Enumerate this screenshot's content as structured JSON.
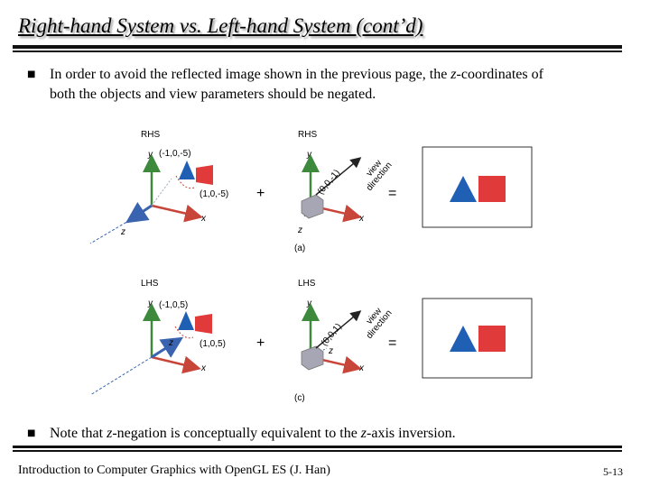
{
  "slide": {
    "title": "Right-hand System vs. Left-hand System (cont’d)",
    "bullet1_part1": "In order to avoid the reflected image shown in the previous page, the ",
    "bullet1_z": "z",
    "bullet1_part2": "-coordinates of both the objects and view parameters should be negated.",
    "bullet2_part1": "Note that ",
    "bullet2_z1": "z",
    "bullet2_part2": "-negation is conceptually equivalent to the ",
    "bullet2_z2": "z",
    "bullet2_part3": "-axis inversion.",
    "footer_left": "Introduction to Computer Graphics with OpenGL ES (J. Han)",
    "footer_right": "5-13"
  },
  "figure": {
    "top": {
      "left_label": "RHS",
      "right_label": "RHS",
      "triangle_point": "(-1,0,-5)",
      "square_point": "(1,0,-5)",
      "view_point": "(0,0,-1)",
      "view_dir_1": "view",
      "view_dir_2": "direction",
      "caption": "(a)"
    },
    "bottom": {
      "left_label": "LHS",
      "right_label": "LHS",
      "triangle_point": "(-1,0,5)",
      "square_point": "(1,0,5)",
      "view_point": "(0,0,1)",
      "view_dir_1": "view",
      "view_dir_2": "direction",
      "caption": "(c)"
    },
    "axis_x": "x",
    "axis_y": "y",
    "axis_z": "z",
    "plus": "+",
    "equals": "=",
    "colors": {
      "y_axis": "#3d8a3d",
      "x_axis": "#c8453a",
      "z_axis": "#3a64b0",
      "triangle": "#1f5fb4",
      "square": "#e03a3a"
    }
  }
}
